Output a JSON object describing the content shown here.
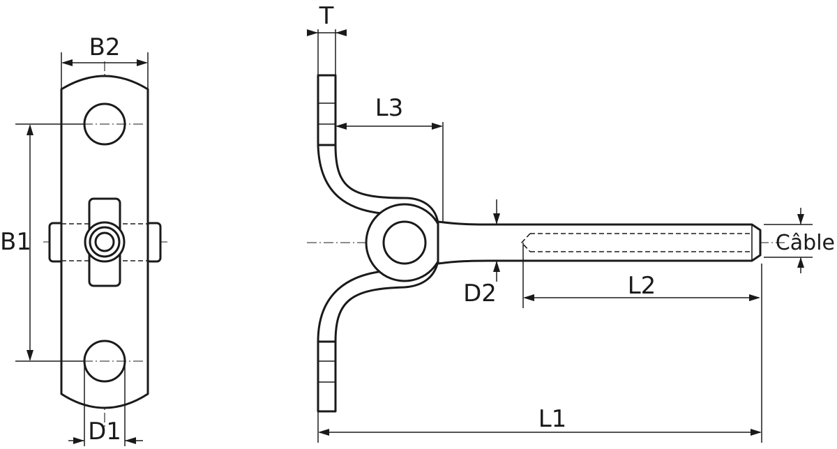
{
  "labels": {
    "b2": "B2",
    "b1": "B1",
    "d1": "D1",
    "t": "T",
    "l3": "L3",
    "d2": "D2",
    "l2": "L2",
    "l1": "L1",
    "cable": "Câble"
  },
  "colors": {
    "line": "#1a1a1a",
    "background": "#ffffff"
  }
}
